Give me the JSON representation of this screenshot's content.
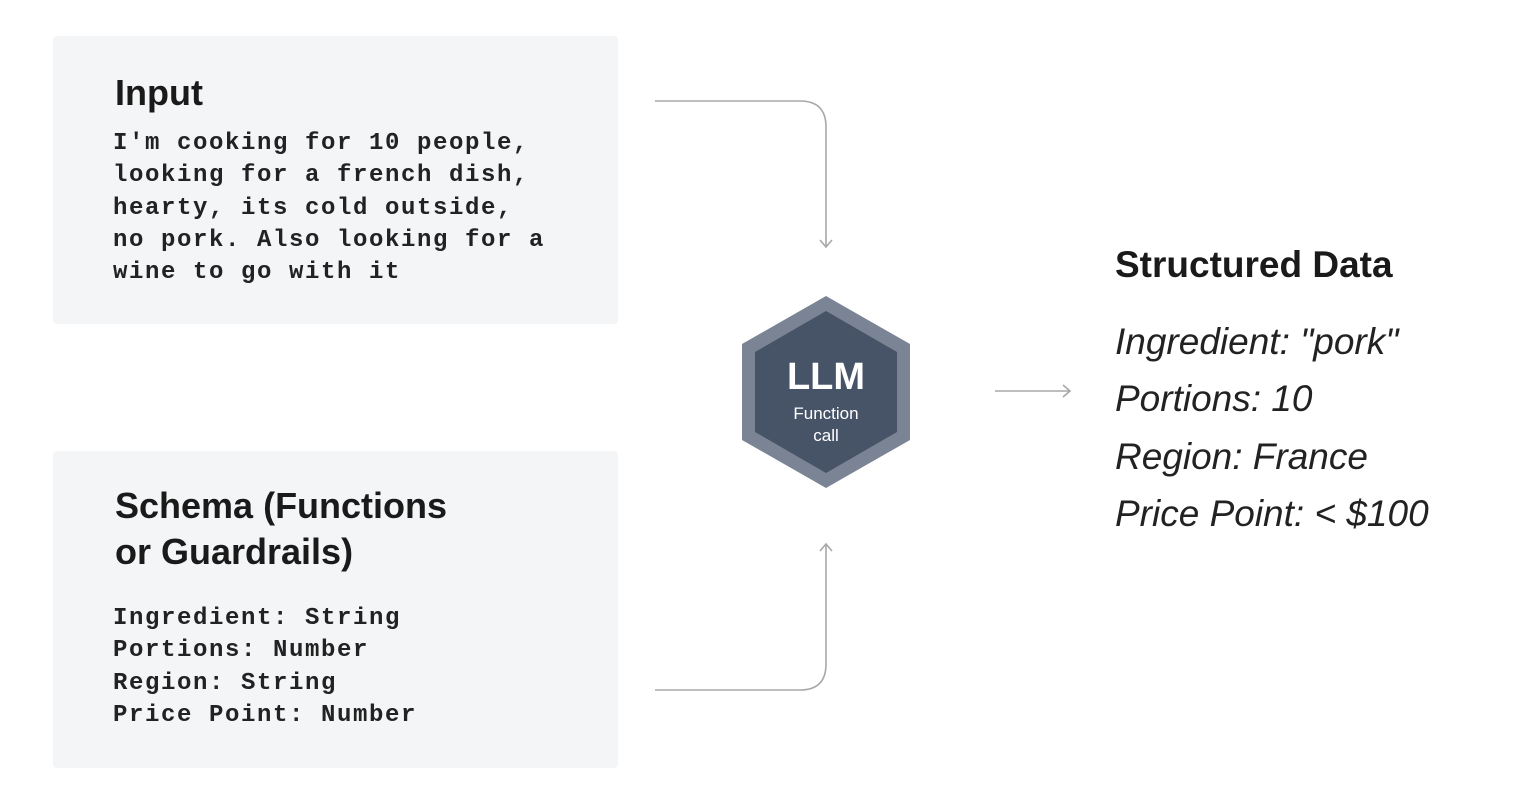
{
  "input": {
    "title": "Input",
    "text": "I'm cooking for 10 people,\nlooking for a french dish,\nhearty, its cold outside,\nno pork. Also looking for a\nwine to go with it"
  },
  "schema": {
    "title": "Schema (Functions\nor Guardrails)",
    "fields": "Ingredient: String\nPortions: Number\nRegion: String\nPrice Point: Number"
  },
  "llm": {
    "title": "LLM",
    "subtitle": "Function\ncall",
    "colors": {
      "outer": "#7a8494",
      "inner": "#475467"
    }
  },
  "output": {
    "title": "Structured Data",
    "items": [
      "Ingredient: \"pork\"",
      "Portions: 10",
      "Region: France",
      "Price Point: < $100"
    ]
  }
}
